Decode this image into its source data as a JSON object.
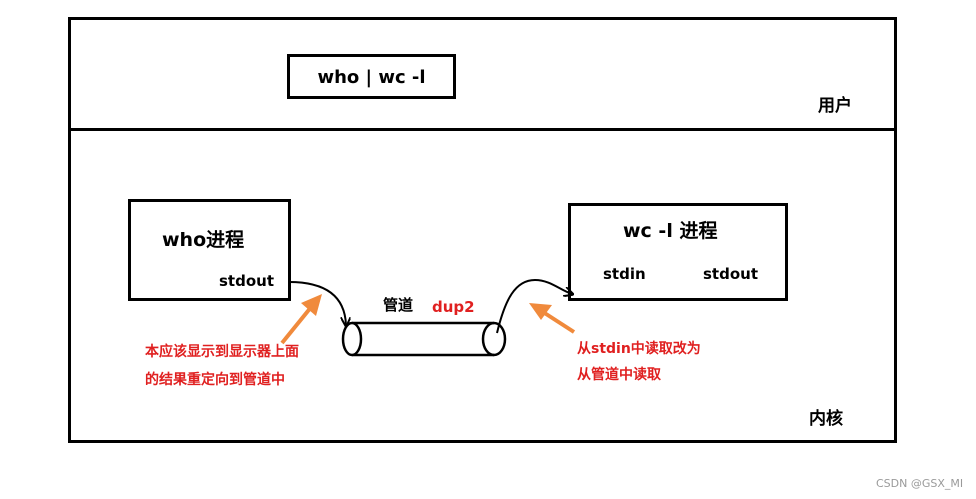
{
  "user_space": {
    "command": "who | wc -l",
    "label": "用户"
  },
  "kernel_space": {
    "label": "内核"
  },
  "who_process": {
    "title": "who进程",
    "stdout": "stdout"
  },
  "wc_process": {
    "title": "wc -l 进程",
    "stdin": "stdin",
    "stdout": "stdout"
  },
  "pipe": {
    "label": "管道",
    "dup_label": "dup2"
  },
  "annotations": {
    "left_line1": "本应该显示到显示器上面",
    "left_line2": "的结果重定向到管道中",
    "right_line1": "从stdin中读取改为",
    "right_line2": "从管道中读取"
  },
  "watermark": "CSDN @GSX_MI",
  "colors": {
    "annotation": "#e02020",
    "arrow": "#f08a3c",
    "stroke": "#000000"
  }
}
